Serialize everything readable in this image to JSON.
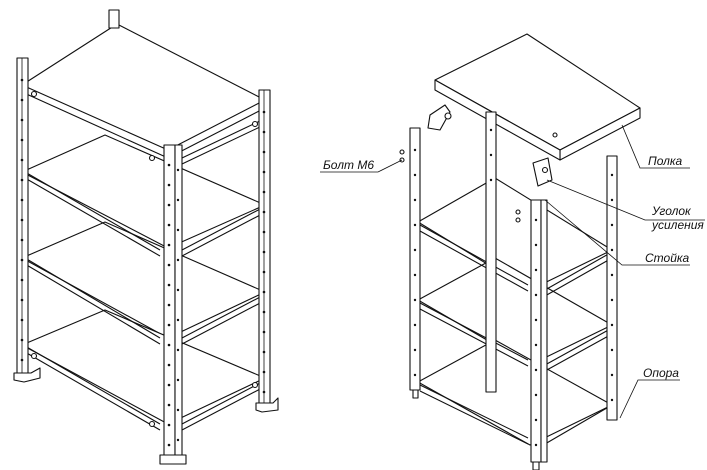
{
  "labels": {
    "shelf": "Полка",
    "bracket_line1": "Уголок",
    "bracket_line2": "усиления",
    "post": "Стойка",
    "bolt": "Болт М6",
    "foot": "Опора"
  },
  "assembled_rack": {
    "shelves": 4,
    "posts": 4
  },
  "exploded_rack": {
    "shelves_mounted": 3,
    "posts": 4
  }
}
